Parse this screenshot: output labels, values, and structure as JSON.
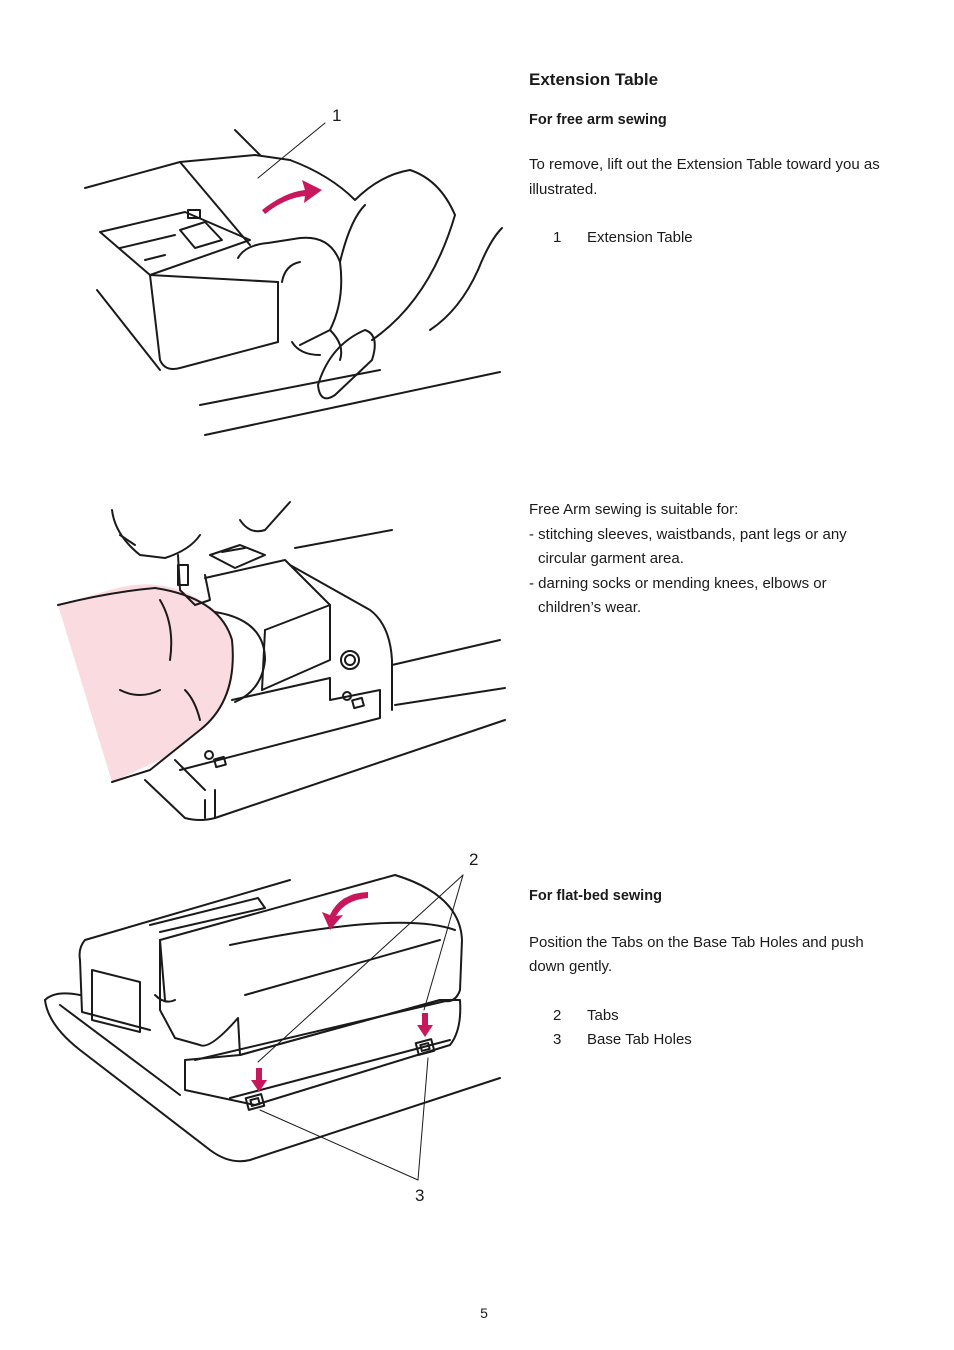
{
  "title": "Extension Table",
  "section1": {
    "heading": "For free arm sewing",
    "body_line1": "To remove, lift out the Extension Table toward you as",
    "body_line2": "illustrated.",
    "items": [
      {
        "num": "1",
        "label": "Extension Table"
      }
    ]
  },
  "section2": {
    "intro": "Free Arm sewing is suitable for:",
    "bullet1_line1": "- stitching sleeves, waistbands, pant legs or any",
    "bullet1_line2": "circular garment area.",
    "bullet2_line1": "- darning socks or mending knees, elbows or",
    "bullet2_line2": "children’s wear."
  },
  "section3": {
    "heading": "For flat-bed sewing",
    "body_line1": "Position the Tabs on the Base Tab Holes and push",
    "body_line2": "down gently.",
    "items": [
      {
        "num": "2",
        "label": "Tabs"
      },
      {
        "num": "3",
        "label": "Base Tab Holes"
      }
    ]
  },
  "callouts": {
    "fig1": "1",
    "fig3_top": "2",
    "fig3_bottom": "3"
  },
  "page_number": "5",
  "colors": {
    "accent": "#c8175d",
    "fabric": "#fadbe0",
    "ink": "#1a1a1a"
  }
}
